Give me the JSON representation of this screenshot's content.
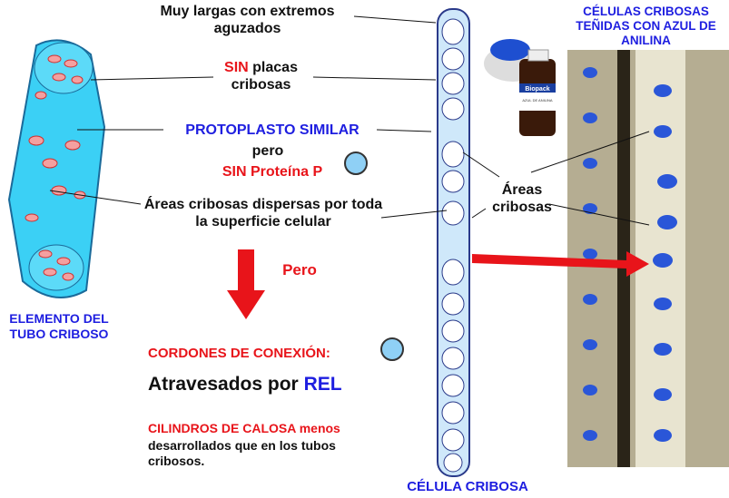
{
  "labels": {
    "long_ends": "Muy largas con extremos aguzados",
    "sin": "SIN",
    "placas": " placas cribosas",
    "protoplasto": "PROTOPLASTO SIMILAR",
    "pero_small": "pero",
    "sin_proteina": "SIN Proteína P",
    "areas_dispersas": "Áreas cribosas dispersas por toda la superficie celular",
    "pero_big": "Pero",
    "areas_cribosas": "Áreas cribosas",
    "elemento": "ELEMENTO DEL TUBO CRIBOSO",
    "cordones": "CORDONES DE CONEXIÓN:",
    "atravesados": "Atravesados por ",
    "rel": "REL",
    "cilindros": "CILINDROS DE CALOSA",
    "menos": " menos",
    "desarrollados": "desarrollados que en los tubos cribosos.",
    "celula_cribosa": "CÉLULA CRIBOSA",
    "tenidas": "CÉLULAS CRIBOSAS TEÑIDAS CON AZUL DE ANILINA"
  },
  "product": {
    "brand": "Biopack",
    "label": "AZUL DE ANILINA"
  },
  "colors": {
    "red": "#e8141a",
    "blue": "#1e1ee0",
    "cell": "#3bd0f5"
  }
}
